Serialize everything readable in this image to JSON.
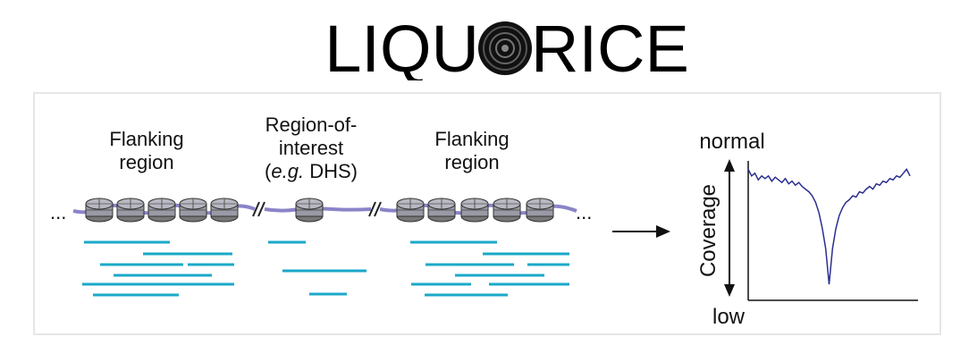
{
  "title": {
    "prefix": "LIQU",
    "suffix": "RICE"
  },
  "labels": {
    "flank_left_1": "Flanking",
    "flank_left_2": "region",
    "roi_1": "Region-of-",
    "roi_2": "interest",
    "roi_3_italic": "e.g.",
    "roi_3_rest": "DHS",
    "flank_right_1": "Flanking",
    "flank_right_2": "region",
    "ellipsis": "...",
    "coverage_high": "normal",
    "coverage_low": "low",
    "coverage_axis": "Coverage"
  },
  "colors": {
    "read": "#1aa9c8",
    "dna": "#8a84c8",
    "nucleosome": "#9a9aa6",
    "coverage_line": "#2b2f8f",
    "panel_border": "#e6e6e6"
  },
  "chart_data": {
    "type": "line",
    "series": [
      {
        "values": [
          0.95,
          0.9,
          0.92,
          0.87,
          0.9,
          0.88,
          0.9,
          0.86,
          0.89,
          0.87,
          0.85,
          0.88,
          0.84,
          0.86,
          0.83,
          0.85,
          0.82,
          0.8,
          0.78,
          0.75,
          0.7,
          0.62,
          0.5,
          0.35,
          0.08,
          0.35,
          0.5,
          0.6,
          0.66,
          0.7,
          0.72,
          0.75,
          0.74,
          0.78,
          0.77,
          0.8,
          0.82,
          0.8,
          0.84,
          0.83,
          0.86,
          0.85,
          0.88,
          0.87,
          0.9,
          0.89,
          0.92,
          0.95,
          0.9
        ]
      }
    ]
  }
}
